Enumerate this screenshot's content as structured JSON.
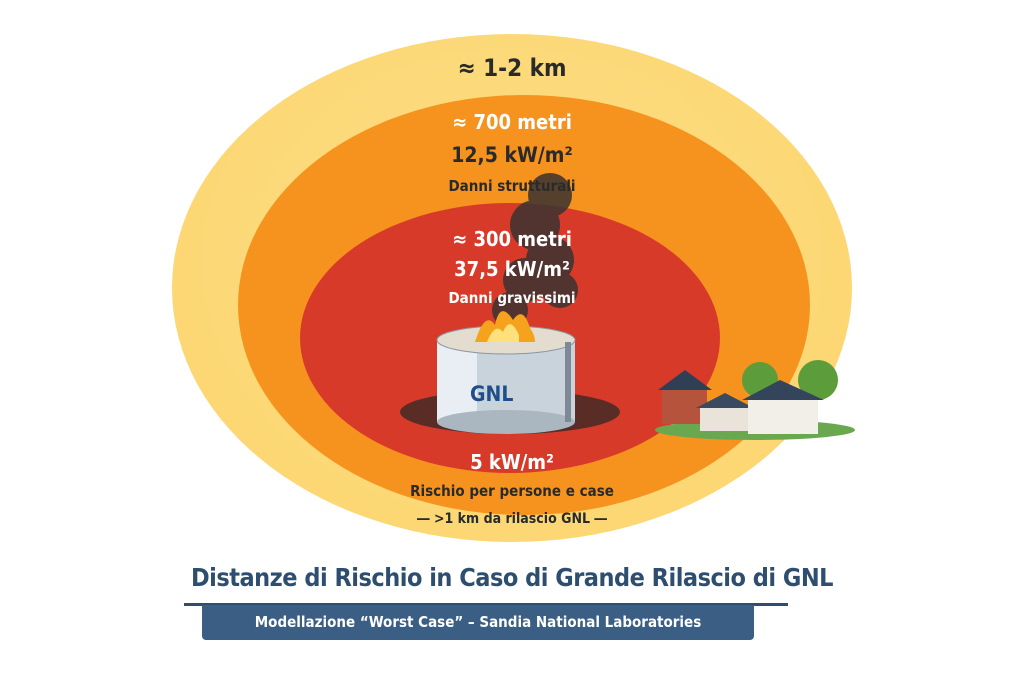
{
  "zones": {
    "outer": {
      "distance": "≈ 1-2 km",
      "color": "#fbd36a"
    },
    "middle": {
      "distance": "≈ 700 metri",
      "flux": "12,5 kW/m²",
      "effect": "Danni strutturali",
      "color": "#f6931f"
    },
    "inner": {
      "distance": "≈ 300 metri",
      "flux": "37,5 kW/m²",
      "effect": "Danni gravissimi",
      "color": "#d83a2a"
    },
    "low": {
      "flux": "5 kW/m²",
      "effect": "Rischio per persone e case",
      "note": ">1 km da rilascio GNL"
    }
  },
  "tank_label": "GNL",
  "title": "Distanze di Rischio in Caso di Grande Rilascio di GNL",
  "subtitle": "Modellazione “Worst Case” – Sandia National Laboratories",
  "colors": {
    "title": "#2e4e6f",
    "banner": "#3b5e84"
  }
}
